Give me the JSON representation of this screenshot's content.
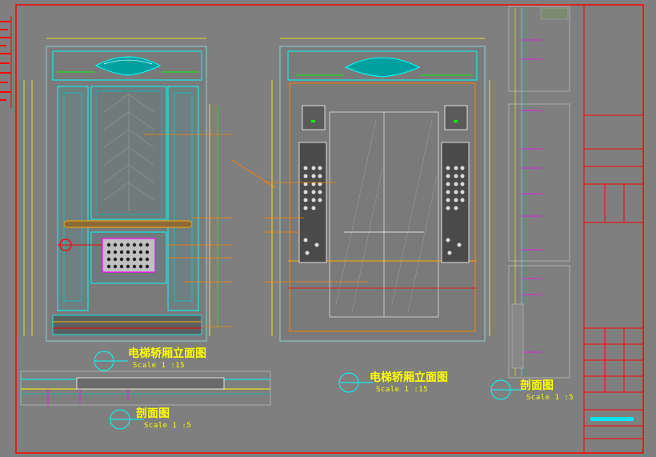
{
  "sheet": {
    "elevation_1": {
      "title": "电梯轿厢立面图",
      "scale": "Scale 1 :15"
    },
    "elevation_2": {
      "title": "电梯轿厢立面图",
      "scale": "Scale 1 :15"
    },
    "section_1": {
      "title": "剖面图",
      "scale": "Scale 1 :5"
    },
    "section_2": {
      "title": "剖面图",
      "scale": "Scale 1 :5"
    }
  },
  "colors": {
    "background": "#7f7f7f",
    "frame": "#ff0000",
    "annotation": "#ff7f00",
    "dimension": "#ffff00",
    "wall": "#00ffff",
    "detail": "#00c0c0",
    "callout": "#ff00ff"
  }
}
